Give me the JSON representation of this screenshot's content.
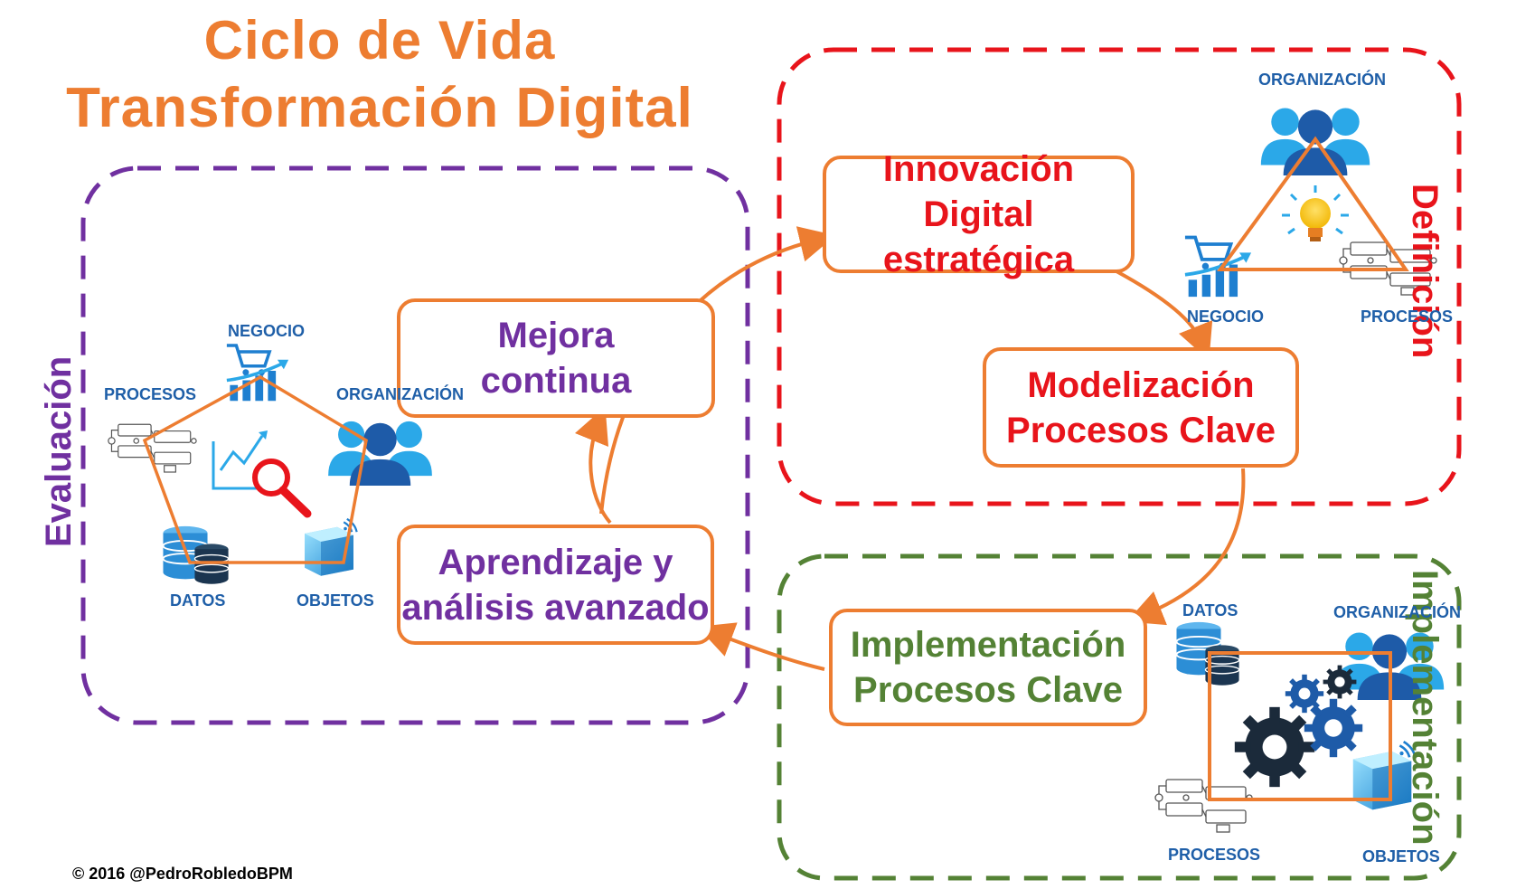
{
  "title": {
    "line1": "Ciclo de Vida",
    "line2": "Transformación Digital"
  },
  "stages": {
    "definicion": "Definición",
    "implementacion": "Implementación",
    "evaluacion": "Evaluación"
  },
  "boxes": {
    "innovacion": [
      "Innovación Digital",
      "estratégica"
    ],
    "modelizacion": [
      "Modelización",
      "Procesos Clave"
    ],
    "implementacion": [
      "Implementación",
      "Procesos Clave"
    ],
    "aprendizaje": [
      "Aprendizaje y",
      "análisis avanzado"
    ],
    "mejora": [
      "Mejora",
      "continua"
    ]
  },
  "icon_labels": {
    "organizacion": "ORGANIZACIÓN",
    "negocio": "NEGOCIO",
    "procesos": "PROCESOS",
    "datos": "DATOS",
    "objetos": "OBJETOS"
  },
  "credit": "© 2016 @PedroRobledoBPM",
  "colors": {
    "accent": "#ED7D31",
    "definicion": "#E8141B",
    "implementacion": "#548235",
    "evaluacion": "#7030A0",
    "icon_blue": "#1F5FA8"
  }
}
